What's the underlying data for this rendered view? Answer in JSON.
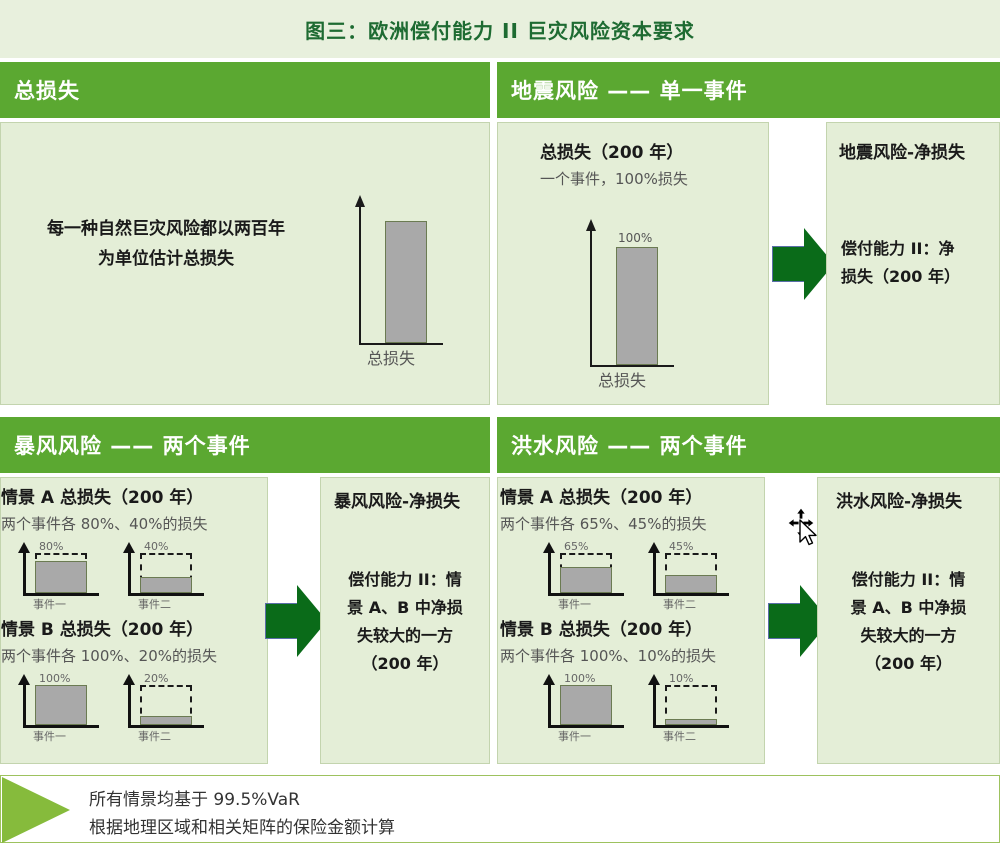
{
  "figure": {
    "title": "图三：欧洲偿付能力 II 巨灾风险资本要求",
    "title_color": "#1e6b32",
    "header_color": "#5ba831",
    "card_color": "#e4eed7",
    "arrow_color": "#0a6b19"
  },
  "quadrants": {
    "total_loss": {
      "header": "总损失",
      "note": "每一种自然巨灾风险都以两百年\n为单位估计总损失",
      "note_line1": "每一种自然巨灾风险都以两百年",
      "note_line2": "为单位估计总损失",
      "chart": {
        "bar_label": "总损失"
      }
    },
    "earthquake": {
      "header": "地震风险 —— 单一事件",
      "left_card": {
        "title": "总损失（200 年）",
        "subtitle": "一个事件，100%损失",
        "chart": {
          "pct": "100%",
          "bar_label": "总损失"
        }
      },
      "right_card": {
        "title": "地震风险-净损失",
        "body_line1": "偿付能力 II：净",
        "body_line2": "损失（200 年）"
      }
    },
    "storm": {
      "header": "暴风风险 —— 两个事件",
      "left_card": {
        "scenario_a_title": "情景 A 总损失（200 年）",
        "scenario_a_sub": "两个事件各 80%、40%的损失",
        "scenario_a_bars": [
          {
            "pct": "80%",
            "value": 80,
            "label": "事件一"
          },
          {
            "pct": "40%",
            "value": 40,
            "label": "事件二"
          }
        ],
        "scenario_b_title": "情景 B 总损失（200 年）",
        "scenario_b_sub": "两个事件各 100%、20%的损失",
        "scenario_b_bars": [
          {
            "pct": "100%",
            "value": 100,
            "label": "事件一"
          },
          {
            "pct": "20%",
            "value": 20,
            "label": "事件二"
          }
        ]
      },
      "right_card": {
        "title": "暴风风险-净损失",
        "body_line1": "偿付能力 II：情",
        "body_line2": "景 A、B 中净损",
        "body_line3": "失较大的一方",
        "body_line4": "（200 年）"
      }
    },
    "flood": {
      "header": "洪水风险 —— 两个事件",
      "left_card": {
        "scenario_a_title": "情景 A 总损失（200 年）",
        "scenario_a_sub": "两个事件各 65%、45%的损失",
        "scenario_a_bars": [
          {
            "pct": "65%",
            "value": 65,
            "label": "事件一"
          },
          {
            "pct": "45%",
            "value": 45,
            "label": "事件二"
          }
        ],
        "scenario_b_title": "情景 B 总损失（200 年）",
        "scenario_b_sub": "两个事件各 100%、10%的损失",
        "scenario_b_bars": [
          {
            "pct": "100%",
            "value": 100,
            "label": "事件一"
          },
          {
            "pct": "10%",
            "value": 10,
            "label": "事件二"
          }
        ]
      },
      "right_card": {
        "title": "洪水风险-净损失",
        "body_line1": "偿付能力 II：情",
        "body_line2": "景 A、B 中净损",
        "body_line3": "失较大的一方",
        "body_line4": "（200 年）"
      }
    }
  },
  "footer": {
    "line1": "所有情景均基于 99.5%VaR",
    "line2": "根据地理区域和相关矩阵的保险金额计算"
  },
  "chart_data": [
    {
      "type": "bar",
      "title": "总损失",
      "categories": [
        "总损失"
      ],
      "values": [
        100
      ],
      "ylim": [
        0,
        100
      ],
      "xlabel": "",
      "ylabel": "",
      "grid": false,
      "legend": "none"
    },
    {
      "type": "bar",
      "title": "总损失（200 年）",
      "categories": [
        "总损失"
      ],
      "values": [
        100
      ],
      "data_labels": [
        "100%"
      ],
      "ylim": [
        0,
        100
      ],
      "grid": false,
      "legend": "none"
    },
    {
      "type": "bar",
      "title": "情景 A 总损失（200 年） — 暴风风险",
      "categories": [
        "事件一",
        "事件二"
      ],
      "values": [
        80,
        40
      ],
      "data_labels": [
        "80%",
        "40%"
      ],
      "ylim": [
        0,
        100
      ],
      "grid": false,
      "legend": "none"
    },
    {
      "type": "bar",
      "title": "情景 B 总损失（200 年） — 暴风风险",
      "categories": [
        "事件一",
        "事件二"
      ],
      "values": [
        100,
        20
      ],
      "data_labels": [
        "100%",
        "20%"
      ],
      "ylim": [
        0,
        100
      ],
      "grid": false,
      "legend": "none"
    },
    {
      "type": "bar",
      "title": "情景 A 总损失（200 年） — 洪水风险",
      "categories": [
        "事件一",
        "事件二"
      ],
      "values": [
        65,
        45
      ],
      "data_labels": [
        "65%",
        "45%"
      ],
      "ylim": [
        0,
        100
      ],
      "grid": false,
      "legend": "none"
    },
    {
      "type": "bar",
      "title": "情景 B 总损失（200 年） — 洪水风险",
      "categories": [
        "事件一",
        "事件二"
      ],
      "values": [
        100,
        10
      ],
      "data_labels": [
        "100%",
        "10%"
      ],
      "ylim": [
        0,
        100
      ],
      "grid": false,
      "legend": "none"
    }
  ]
}
